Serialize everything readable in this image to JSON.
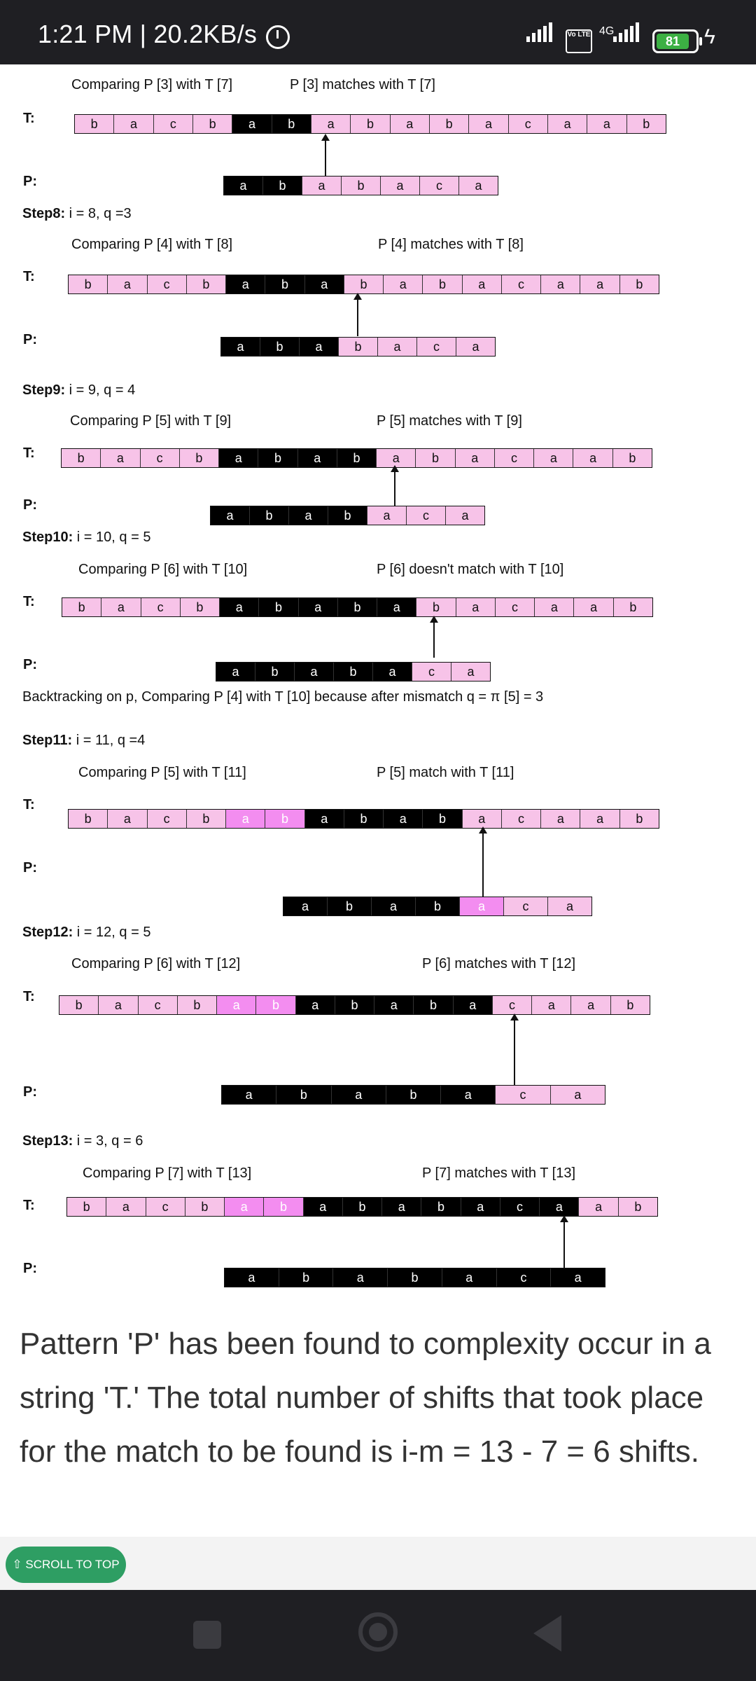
{
  "status_bar": {
    "time": "1:21 PM | 20.2KB/s",
    "volte": "Vo\nLTE",
    "network": "4G",
    "battery": "81"
  },
  "steps": [
    {
      "comparing": "Comparing P [3] with T [7]",
      "result": "P [3] matches with T [7]",
      "t_label": "T:",
      "p_label": "P:",
      "T": [
        "b",
        "a",
        "c",
        "b",
        "a",
        "b",
        "a",
        "b",
        "a",
        "b",
        "a",
        "c",
        "a",
        "a",
        "b"
      ],
      "P": [
        "a",
        "b",
        "a",
        "b",
        "a",
        "c",
        "a"
      ]
    },
    {
      "title_bold": "Step8:",
      "title_rest": " i = 8, q =3",
      "comparing": "Comparing P [4] with T [8]",
      "result": "P [4] matches with T [8]",
      "t_label": "T:",
      "p_label": "P:",
      "T": [
        "b",
        "a",
        "c",
        "b",
        "a",
        "b",
        "a",
        "b",
        "a",
        "b",
        "a",
        "c",
        "a",
        "a",
        "b"
      ],
      "P": [
        "a",
        "b",
        "a",
        "b",
        "a",
        "c",
        "a"
      ]
    },
    {
      "title_bold": "Step9:",
      "title_rest": " i = 9, q = 4",
      "comparing": "Comparing P [5] with T [9]",
      "result": "P [5] matches with T [9]",
      "t_label": "T:",
      "p_label": "P:",
      "T": [
        "b",
        "a",
        "c",
        "b",
        "a",
        "b",
        "a",
        "b",
        "a",
        "b",
        "a",
        "c",
        "a",
        "a",
        "b"
      ],
      "P": [
        "a",
        "b",
        "a",
        "b",
        "a",
        "c",
        "a"
      ]
    },
    {
      "title_bold": "Step10:",
      "title_rest": " i = 10, q = 5",
      "comparing": "Comparing P [6] with T [10]",
      "result": "P [6] doesn't match with T [10]",
      "t_label": "T:",
      "p_label": "P:",
      "T": [
        "b",
        "a",
        "c",
        "b",
        "a",
        "b",
        "a",
        "b",
        "a",
        "b",
        "a",
        "c",
        "a",
        "a",
        "b"
      ],
      "P": [
        "a",
        "b",
        "a",
        "b",
        "a",
        "c",
        "a"
      ],
      "note": "Backtracking on p, Comparing P [4] with T [10] because after mismatch q = π [5] = 3"
    },
    {
      "title_bold": "Step11:",
      "title_rest": " i = 11, q =4",
      "comparing": "Comparing P [5] with T [11]",
      "result": "P [5] match with T [11]",
      "t_label": "T:",
      "p_label": "P:",
      "T": [
        "b",
        "a",
        "c",
        "b",
        "a",
        "b",
        "a",
        "b",
        "a",
        "b",
        "a",
        "c",
        "a",
        "a",
        "b"
      ],
      "P": [
        "a",
        "b",
        "a",
        "b",
        "a",
        "c",
        "a"
      ]
    },
    {
      "title_bold": "Step12:",
      "title_rest": " i = 12, q = 5",
      "comparing": "Comparing P [6] with T [12]",
      "result": "P [6] matches with T [12]",
      "t_label": "T:",
      "p_label": "P:",
      "T": [
        "b",
        "a",
        "c",
        "b",
        "a",
        "b",
        "a",
        "b",
        "a",
        "b",
        "a",
        "c",
        "a",
        "a",
        "b"
      ],
      "P": [
        "a",
        "b",
        "a",
        "b",
        "a",
        "c",
        "a"
      ]
    },
    {
      "title_bold": "Step13:",
      "title_rest": " i = 3, q = 6",
      "comparing": "Comparing P [7] with T [13]",
      "result": "P [7] matches with T [13]",
      "t_label": "T:",
      "p_label": "P:",
      "T": [
        "b",
        "a",
        "c",
        "b",
        "a",
        "b",
        "a",
        "b",
        "a",
        "b",
        "a",
        "c",
        "a",
        "a",
        "b"
      ],
      "P": [
        "a",
        "b",
        "a",
        "b",
        "a",
        "c",
        "a"
      ]
    }
  ],
  "summary": "Pattern 'P' has been found to complexity occur in a string 'T.' The total number of shifts that took place for the match to be found is i-m = 13 - 7 = 6 shifts.",
  "scroll_to_top": "⇧ SCROLL TO TOP"
}
